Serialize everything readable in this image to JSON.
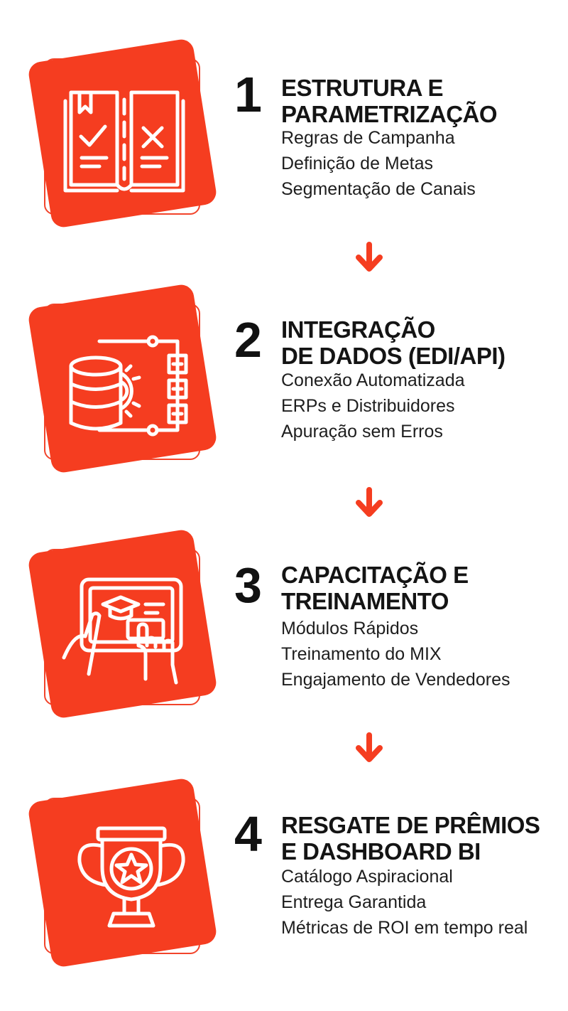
{
  "colors": {
    "accent": "#f53d20",
    "outline": "#f2442b",
    "text": "#141414"
  },
  "steps": [
    {
      "number": "1",
      "title_line1": "ESTRUTURA E",
      "title_line2": "PARAMETRIZAÇÃO",
      "items": [
        "Regras de Campanha",
        "Definição de Metas",
        "Segmentação de Canais"
      ],
      "icon": "checklist-book-icon"
    },
    {
      "number": "2",
      "title_line1": "INTEGRAÇÃO",
      "title_line2": "DE DADOS (EDI/API)",
      "items": [
        "Conexão Automatizada",
        "ERPs e Distribuidores",
        "Apuração sem Erros"
      ],
      "icon": "database-integration-icon"
    },
    {
      "number": "3",
      "title_line1": "CAPACITAÇÃO E",
      "title_line2": "TREINAMENTO",
      "items": [
        "Módulos Rápidos",
        "Treinamento do MIX",
        "Engajamento de Vendedores"
      ],
      "icon": "tablet-education-icon"
    },
    {
      "number": "4",
      "title_line1": "RESGATE DE PRÊMIOS",
      "title_line2": "E DASHBOARD BI",
      "items": [
        "Catálogo Aspiracional",
        "Entrega Garantida",
        "Métricas de ROI em tempo real"
      ],
      "icon": "trophy-star-icon"
    }
  ]
}
